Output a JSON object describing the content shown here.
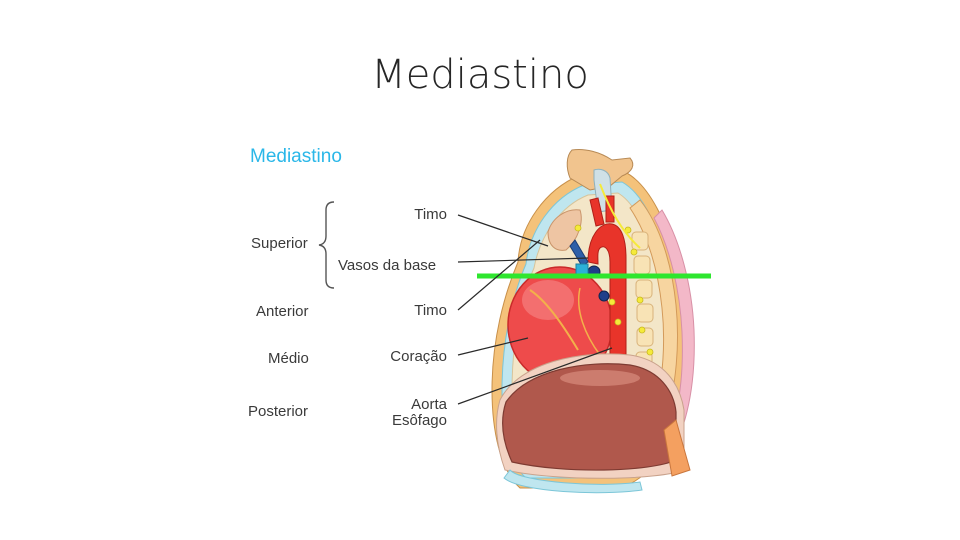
{
  "slide": {
    "title": "Mediastino"
  },
  "diagram": {
    "title": "Mediastino",
    "regions": {
      "superior": "Superior",
      "anterior": "Anterior",
      "medio": "Médio",
      "posterior": "Posterior"
    },
    "structures": {
      "timo_superior": "Timo",
      "vasos_da_base": "Vasos da base",
      "timo_anterior": "Timo",
      "coracao": "Coração",
      "aorta": "Aorta",
      "esofago": "Esôfago"
    }
  },
  "colors": {
    "diagram_title": "#2ab7e8",
    "marker_line": "#2ee62e",
    "heart": "#ee4b4b",
    "aorta": "#e8342a",
    "liver": "#b0584c",
    "nerves": "#f5ea3a"
  }
}
